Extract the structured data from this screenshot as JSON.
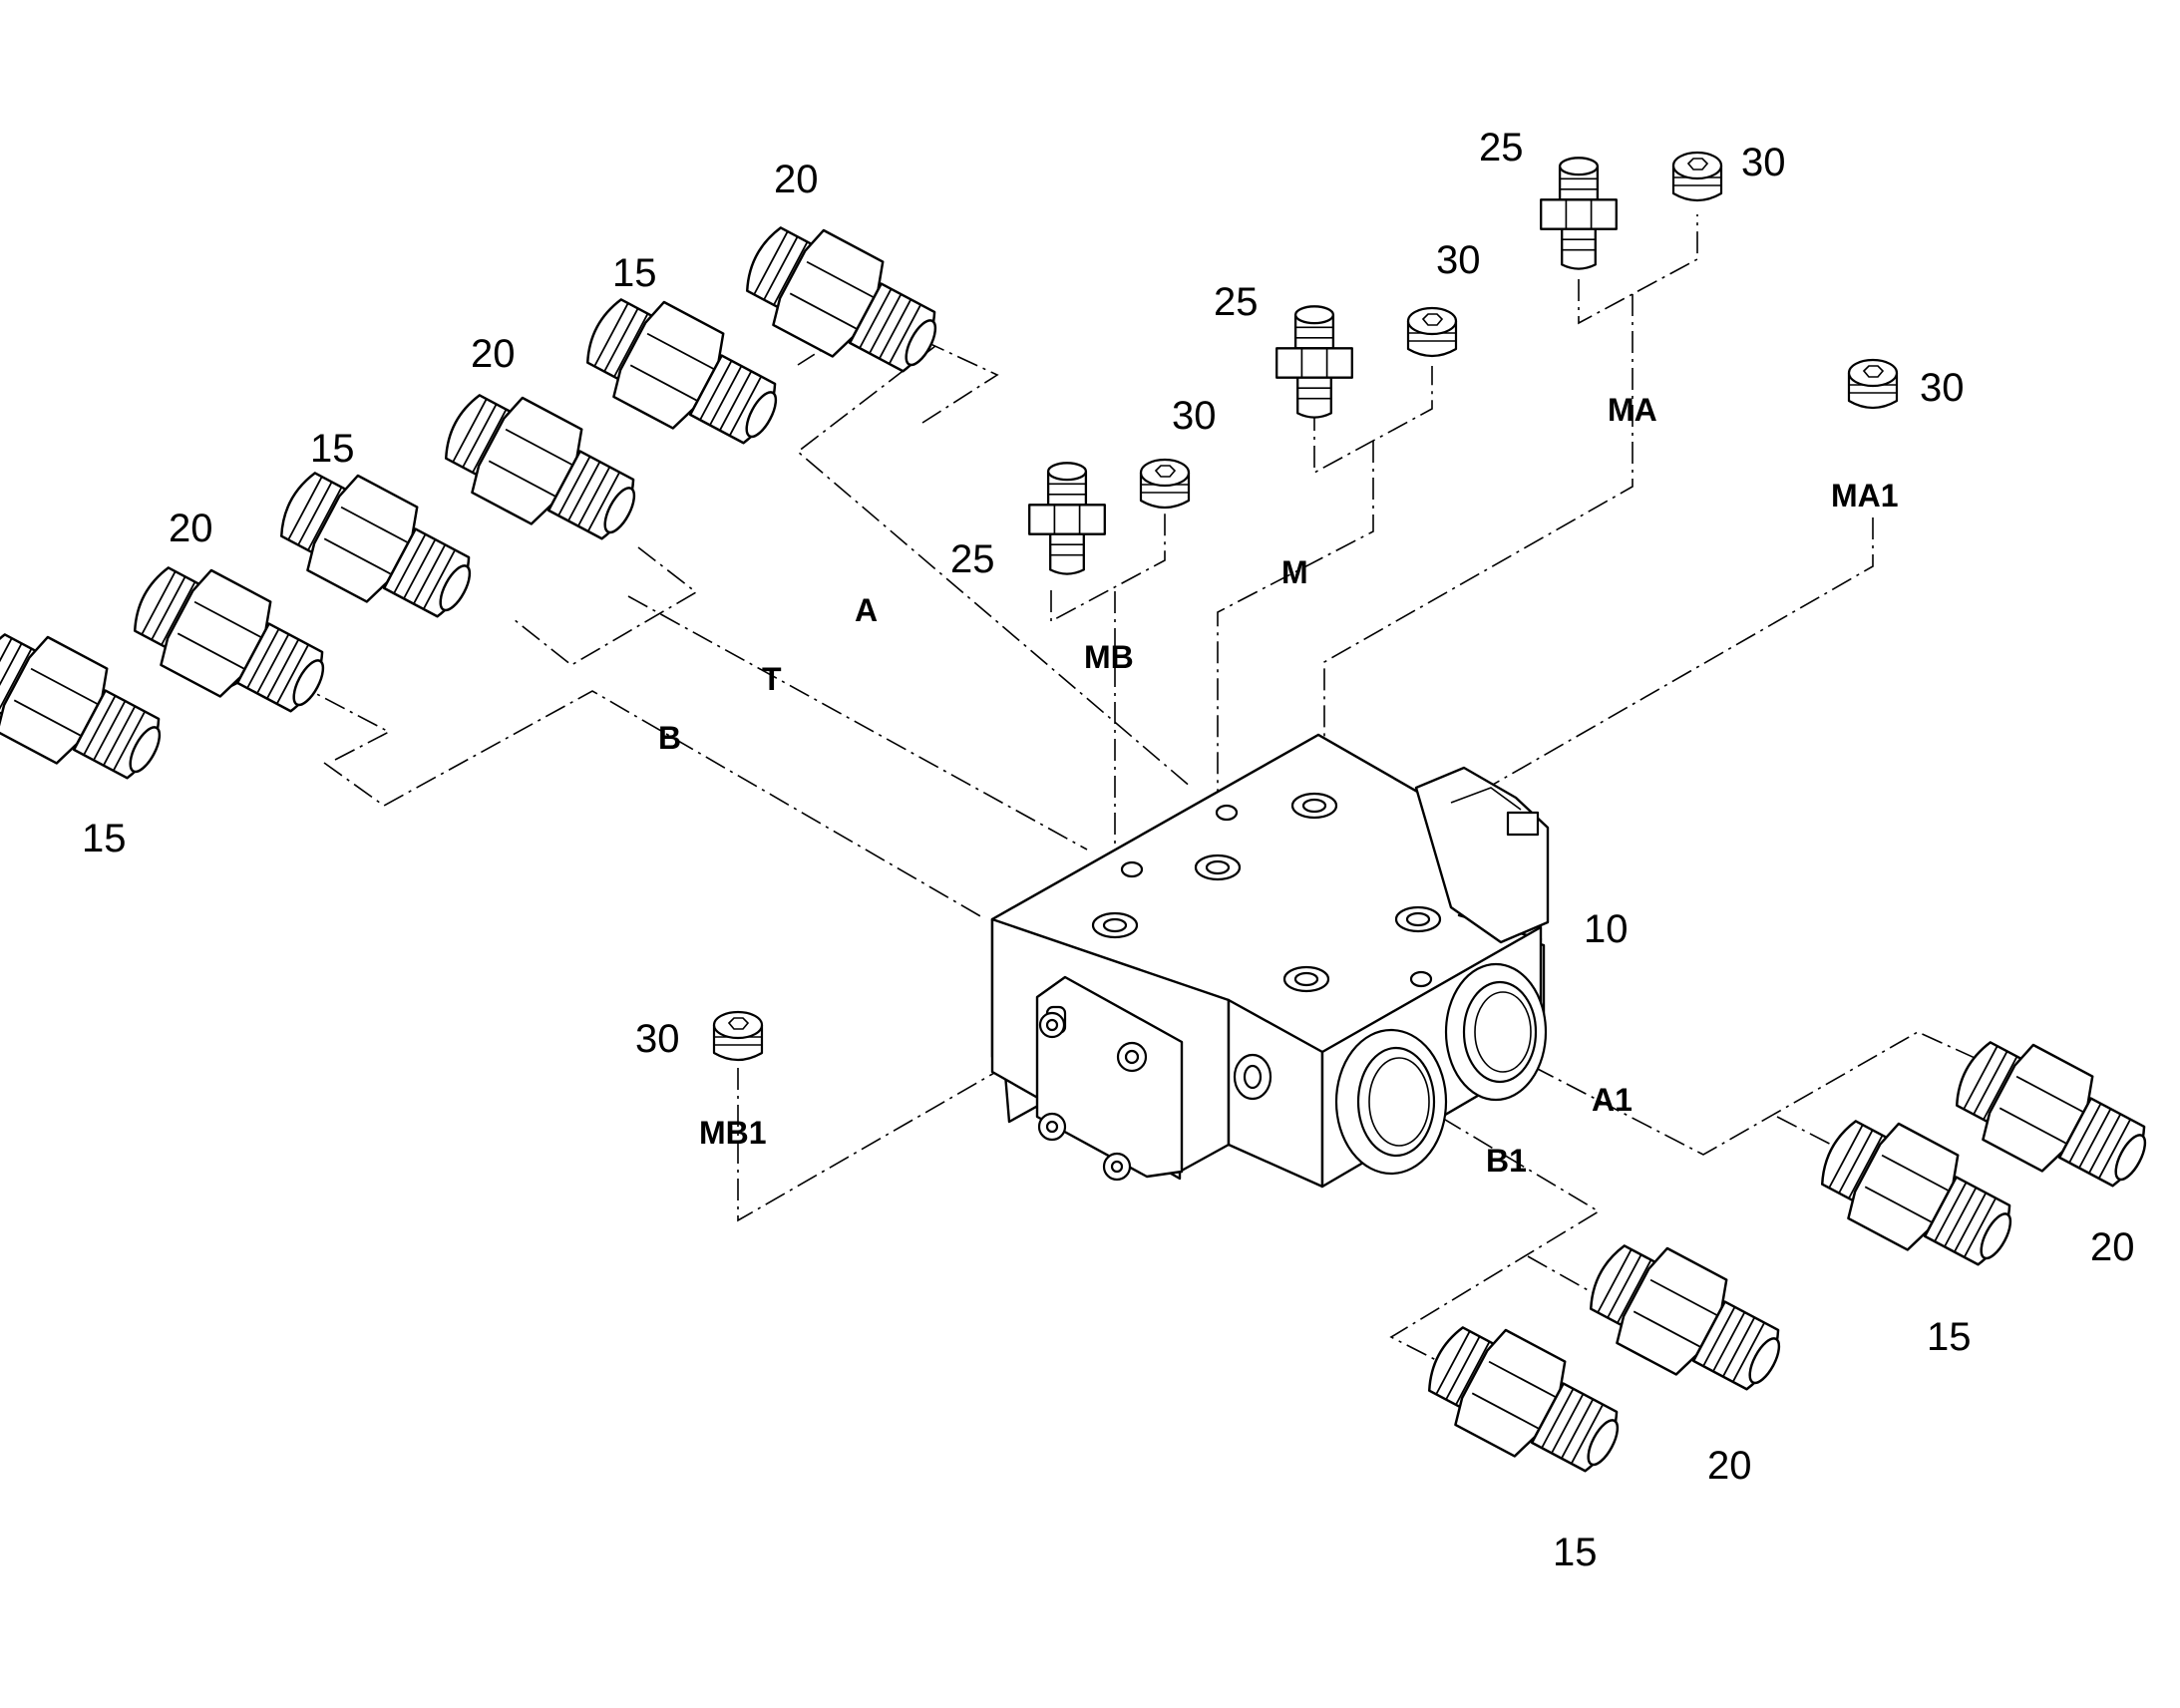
{
  "diagram": {
    "item_numbers": {
      "valve_block": "10",
      "straight_fitting_small": "15",
      "straight_fitting_large": "20",
      "test_fitting": "25",
      "plug": "30"
    },
    "port_labels": {
      "A": "A",
      "T": "T",
      "B": "B",
      "MB": "MB",
      "M": "M",
      "MA": "MA",
      "MA1": "MA1",
      "MB1": "MB1",
      "A1": "A1",
      "B1": "B1"
    }
  }
}
